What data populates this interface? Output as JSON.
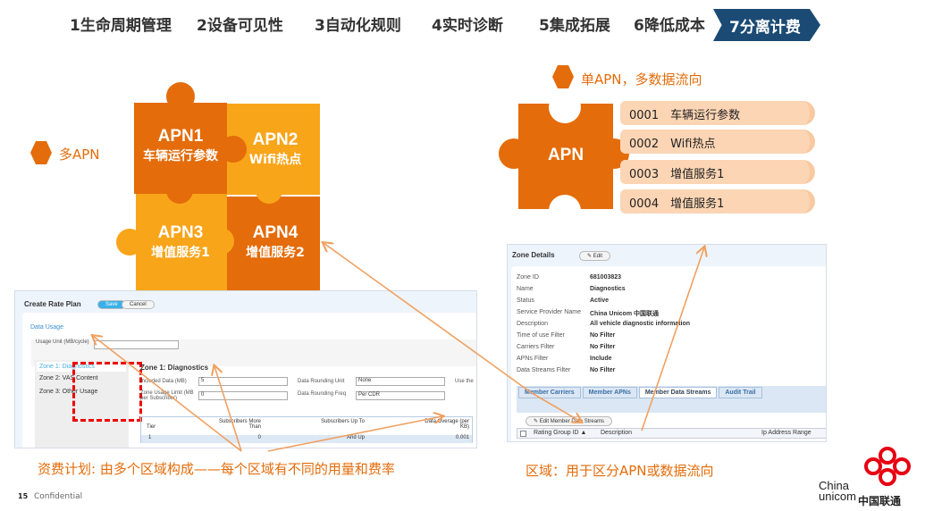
{
  "nav": {
    "items": [
      "1生命周期管理",
      "2设备可见性",
      "3自动化规则",
      "4实时诊断",
      "5集成拓展",
      "6降低成本"
    ],
    "active": "7分离计费"
  },
  "left": {
    "label": "多APN",
    "pieces": [
      {
        "title": "APN1",
        "sub": "车辆运行参数"
      },
      {
        "title": "APN2",
        "sub": "Wifi热点"
      },
      {
        "title": "APN3",
        "sub": "增值服务1"
      },
      {
        "title": "APN4",
        "sub": "增值服务2"
      }
    ]
  },
  "right": {
    "label": "单APN，多数据流向",
    "apn": "APN",
    "streams": [
      "0001　车辆运行参数",
      "0002　Wifi热点",
      "0003　增值服务1",
      "0004　增值服务1"
    ]
  },
  "rate_plan": {
    "title": "Create Rate Plan",
    "save": "Save",
    "cancel": "Cancel",
    "section": "Data Usage",
    "usage_label": "Usage Unit (MB/cycle)",
    "zones": [
      "Zone 1: Diagnostics",
      "Zone 2: VAS Content",
      "Zone 3: Other Usage"
    ],
    "zone_title": "Zone 1: Diagnostics",
    "included_label": "Included Data (MB)",
    "included_value": "5",
    "limit_label": "Zone Usage Limit (MB per Subscriber)",
    "limit_value": "0",
    "rounding_unit_label": "Data Rounding Unit",
    "rounding_unit": "None",
    "rounding_freq_label": "Data Rounding Freq",
    "rounding_freq": "Per CDR",
    "use_label": "Use the",
    "table": {
      "headers": [
        "Tier",
        "Subscribers More Than",
        "Subscribers Up To",
        "Data Overage (per KB)"
      ],
      "row": [
        "1",
        "0",
        "And Up",
        "0.001"
      ]
    }
  },
  "zone_details": {
    "title": "Zone Details",
    "edit": "Edit",
    "fields": [
      [
        "Zone ID",
        "681003823"
      ],
      [
        "Name",
        "Diagnostics"
      ],
      [
        "Status",
        "Active"
      ],
      [
        "Service Provider Name",
        "China Unicom 中国联通"
      ],
      [
        "Description",
        "All vehicle diagnostic information"
      ],
      [
        "Time of use Filter",
        "No Filter"
      ],
      [
        "Carriers Filter",
        "No Filter"
      ],
      [
        "APNs Filter",
        "Include"
      ],
      [
        "Data Streams Filter",
        "No Filter"
      ]
    ],
    "tabs": [
      "Member Carriers",
      "Member APNs",
      "Member Data Streams",
      "Audit Trail"
    ],
    "edit_streams": "Edit Member Data Streams",
    "columns": [
      "Rating Group ID ▲",
      "Description",
      "Ip Address Range"
    ]
  },
  "captions": {
    "left": "资费计划: 由多个区域构成——每个区域有不同的用量和费率",
    "right": "区域：用于区分APN或数据流向"
  },
  "footer": {
    "page": "15",
    "confidential": "Confidential",
    "logo_en1": "China",
    "logo_en2": "unicom",
    "logo_cn": "中国联通"
  }
}
